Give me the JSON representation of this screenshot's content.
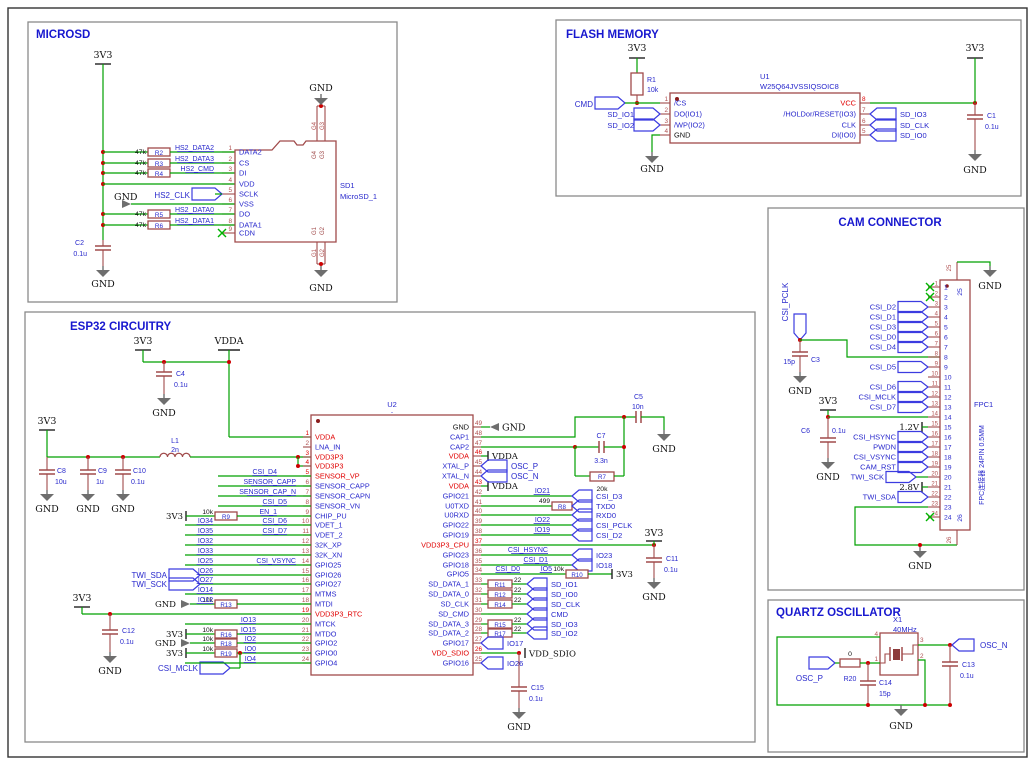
{
  "colors": {
    "wire": "#00a000",
    "component": "#a04a4a",
    "net_label": "#2828cc",
    "flag_outline": "#3c3ce0",
    "title": "#1818cf",
    "pin_number": "#b05050",
    "power_pin": "#e00000",
    "junction": "#cc0000",
    "nc_x": "#00b400",
    "gnd_symbol": "#6e6e6e",
    "black_text": "#111111",
    "section_border": "#8a8a8a"
  },
  "microsd": {
    "title": "MICROSD",
    "v33": "3V3",
    "gnd": "GND",
    "c2": {
      "ref": "C2",
      "val": "0.1u"
    },
    "pullups": [
      {
        "ref": "R2",
        "val": "47k",
        "net": "HS2_DATA2"
      },
      {
        "ref": "R3",
        "val": "47k",
        "net": "HS2_DATA3"
      },
      {
        "ref": "R4",
        "val": "47k",
        "net": "HS2_CMD"
      },
      {
        "ref": "R5",
        "val": "47k",
        "net": "HS2_DATA0"
      },
      {
        "ref": "R6",
        "val": "47k",
        "net": "HS2_DATA1"
      }
    ],
    "clk_flag": "HS2_CLK",
    "sd1": {
      "ref": "SD1",
      "part": "MicroSD_1",
      "pins": [
        [
          "1",
          "DATA2"
        ],
        [
          "2",
          "CS"
        ],
        [
          "3",
          "DI"
        ],
        [
          "4",
          "VDD"
        ],
        [
          "5",
          "SCLK"
        ],
        [
          "6",
          "VSS"
        ],
        [
          "7",
          "DO"
        ],
        [
          "8",
          "DATA1"
        ],
        [
          "9",
          "CDN"
        ]
      ],
      "pads_top": [
        "G4",
        "G3"
      ],
      "pads_bottom": [
        "G1",
        "G2"
      ]
    }
  },
  "flash": {
    "title": "FLASH MEMORY",
    "v33": "3V3",
    "gnd": "GND",
    "r1": {
      "ref": "R1",
      "val": "10k"
    },
    "c1": {
      "ref": "C1",
      "val": "0.1u"
    },
    "u1": {
      "ref": "U1",
      "part": "W25Q64JVSSIQSOIC8",
      "left": [
        [
          "1",
          "/CS"
        ],
        [
          "2",
          "DO(IO1)"
        ],
        [
          "3",
          "/WP(IO2)"
        ],
        [
          "4",
          "GND"
        ]
      ],
      "right": [
        [
          "8",
          "VCC"
        ],
        [
          "7",
          "/HOLDor/RESET(IO3)"
        ],
        [
          "6",
          "CLK"
        ],
        [
          "5",
          "DI(IO0)"
        ]
      ]
    },
    "flag_cmd": "CMD",
    "flags_left": [
      "SD_IO1",
      "SD_IO2"
    ],
    "flags_right": [
      "SD_IO3",
      "SD_CLK",
      "SD_IO0"
    ]
  },
  "cam": {
    "title": "CAM CONNECTOR",
    "v33": "3V3",
    "gnd": "GND",
    "v12": "1.2V",
    "v28": "2.8V",
    "pclk_flag": "CSI_PCLK",
    "c3": {
      "ref": "C3",
      "val": "15p"
    },
    "c6": {
      "ref": "C6",
      "val": "0.1u"
    },
    "fpc": {
      "ref": "FPC1",
      "part": "FPC连接器 24PIN 0.5MM",
      "pad_top": "25",
      "pad_bottom": "26",
      "pins": [
        {
          "num": "1",
          "nc": true
        },
        {
          "num": "2",
          "nc": true
        },
        {
          "num": "3",
          "flag": "CSI_D2"
        },
        {
          "num": "4",
          "flag": "CSI_D1"
        },
        {
          "num": "5",
          "flag": "CSI_D3"
        },
        {
          "num": "6",
          "flag": "CSI_D0"
        },
        {
          "num": "7",
          "flag": "CSI_D4"
        },
        {
          "num": "8",
          "wire": "pclk"
        },
        {
          "num": "9",
          "flag": "CSI_D5"
        },
        {
          "num": "10"
        },
        {
          "num": "11",
          "flag": "CSI_D6"
        },
        {
          "num": "12",
          "flag": "CSI_MCLK"
        },
        {
          "num": "13",
          "flag": "CSI_D7"
        },
        {
          "num": "14",
          "wire": "v33"
        },
        {
          "num": "15",
          "pwr": "1.2V"
        },
        {
          "num": "16",
          "flag": "CSI_HSYNC"
        },
        {
          "num": "17",
          "flag": "PWDN"
        },
        {
          "num": "18",
          "flag": "CSI_VSYNC"
        },
        {
          "num": "19",
          "flag": "CAM_RST"
        },
        {
          "num": "20",
          "flag": "TWI_SCK",
          "wire": "short"
        },
        {
          "num": "21",
          "pwr": "2.8V"
        },
        {
          "num": "22",
          "flag": "TWI_SDA"
        },
        {
          "num": "23",
          "wire": "gnd"
        },
        {
          "num": "24",
          "nc": true
        }
      ]
    }
  },
  "esp32": {
    "title": "ESP32 CIRCUITRY",
    "v33": "3V3",
    "gnd": "GND",
    "vdda": "VDDA",
    "vdd_sdio": "VDD_SDIO",
    "u2": {
      "ref": "U2",
      "part": "-",
      "left": [
        [
          "1",
          "VDDA",
          "p"
        ],
        [
          "2",
          "LNA_IN",
          ""
        ],
        [
          "3",
          "VDD3P3",
          "p"
        ],
        [
          "4",
          "VDD3P3",
          "p"
        ],
        [
          "5",
          "SENSOR_VP",
          "p"
        ],
        [
          "6",
          "SENSOR_CAPP",
          ""
        ],
        [
          "7",
          "SENSOR_CAPN",
          ""
        ],
        [
          "8",
          "SENSOR_VN",
          ""
        ],
        [
          "9",
          "CHIP_PU",
          ""
        ],
        [
          "10",
          "VDET_1",
          ""
        ],
        [
          "11",
          "VDET_2",
          ""
        ],
        [
          "12",
          "32K_XP",
          ""
        ],
        [
          "13",
          "32K_XN",
          ""
        ],
        [
          "14",
          "GPIO25",
          ""
        ],
        [
          "15",
          "GPIO26",
          ""
        ],
        [
          "16",
          "GPIO27",
          ""
        ],
        [
          "17",
          "MTMS",
          ""
        ],
        [
          "18",
          "MTDI",
          ""
        ],
        [
          "19",
          "VDD3P3_RTC",
          "p"
        ],
        [
          "20",
          "MTCK",
          ""
        ],
        [
          "21",
          "MTDO",
          ""
        ],
        [
          "22",
          "GPIO2",
          ""
        ],
        [
          "23",
          "GPIO0",
          ""
        ],
        [
          "24",
          "GPIO4",
          ""
        ]
      ],
      "right": [
        [
          "49",
          "GND",
          "g"
        ],
        [
          "48",
          "CAP1",
          ""
        ],
        [
          "47",
          "CAP2",
          ""
        ],
        [
          "46",
          "VDDA",
          "p"
        ],
        [
          "45",
          "XTAL_P",
          ""
        ],
        [
          "44",
          "XTAL_N",
          ""
        ],
        [
          "43",
          "VDDA",
          "p"
        ],
        [
          "42",
          "GPIO21",
          ""
        ],
        [
          "41",
          "U0TXD",
          ""
        ],
        [
          "40",
          "U0RXD",
          ""
        ],
        [
          "39",
          "GPIO22",
          ""
        ],
        [
          "38",
          "GPIO19",
          ""
        ],
        [
          "37",
          "VDD3P3_CPU",
          "p"
        ],
        [
          "36",
          "GPIO23",
          ""
        ],
        [
          "35",
          "GPIO18",
          ""
        ],
        [
          "34",
          "GPIO5",
          ""
        ],
        [
          "33",
          "SD_DATA_1",
          ""
        ],
        [
          "32",
          "SD_DATA_0",
          ""
        ],
        [
          "31",
          "SD_CLK",
          ""
        ],
        [
          "30",
          "SD_CMD",
          ""
        ],
        [
          "29",
          "SD_DATA_3",
          ""
        ],
        [
          "28",
          "SD_DATA_2",
          ""
        ],
        [
          "27",
          "GPIO17",
          ""
        ],
        [
          "26",
          "VDD_SDIO",
          "p"
        ],
        [
          "25",
          "GPIO16",
          ""
        ]
      ]
    },
    "c4": {
      "ref": "C4",
      "val": "0.1u"
    },
    "c8": {
      "ref": "C8",
      "val": "10u"
    },
    "c9": {
      "ref": "C9",
      "val": "1u"
    },
    "c10": {
      "ref": "C10",
      "val": "0.1u"
    },
    "c11": {
      "ref": "C11",
      "val": "0.1u"
    },
    "c12": {
      "ref": "C12",
      "val": "0.1u"
    },
    "c15": {
      "ref": "C15",
      "val": "0.1u"
    },
    "c5": {
      "ref": "C5",
      "val": "10n"
    },
    "c7": {
      "ref": "C7",
      "val": "3.3n"
    },
    "l1": {
      "ref": "L1",
      "val": "2n"
    },
    "r7": {
      "ref": "R7",
      "val": "20k"
    },
    "r8": {
      "ref": "R8",
      "val": "499"
    },
    "left_rows": [
      {
        "pin": 5,
        "label": "CSI_D4"
      },
      {
        "pin": 6,
        "label": "SENSOR_CAPP"
      },
      {
        "pin": 7,
        "label": "SENSOR_CAP_N"
      },
      {
        "pin": 8,
        "label": "CSI_D5"
      },
      {
        "pin": 9,
        "label": "EN_1",
        "res": {
          "ref": "R9",
          "val": "10k",
          "src": "3V3"
        }
      },
      {
        "pin": 10,
        "label": "CSI_D6",
        "label2": "IO34"
      },
      {
        "pin": 11,
        "label": "CSI_D7",
        "label2": "IO35"
      },
      {
        "pin": 12,
        "label2": "IO32"
      },
      {
        "pin": 13,
        "label2": "IO33"
      },
      {
        "pin": 14,
        "label": "CSI_VSYNC",
        "label2": "IO25"
      },
      {
        "pin": 15,
        "label2": "IO26",
        "flag": "TWI_SDA"
      },
      {
        "pin": 16,
        "label2": "IO27",
        "flag": "TWI_SCK"
      },
      {
        "pin": 17,
        "label2": "IO14"
      },
      {
        "pin": 18,
        "label2": "IO12",
        "res": {
          "ref": "R13",
          "val": "10k",
          "src": "GND"
        }
      },
      {
        "pin": 20,
        "label2": "IO13"
      },
      {
        "pin": 21,
        "label2": "IO15",
        "res": {
          "ref": "R16",
          "val": "10k",
          "src": "3V3"
        }
      },
      {
        "pin": 22,
        "label2": "IO2",
        "res": {
          "ref": "R18",
          "val": "10k",
          "src": "GND"
        }
      },
      {
        "pin": 23,
        "label2": "IO0",
        "res": {
          "ref": "R19",
          "val": "10k",
          "src": "3V3"
        },
        "flag": "CSI_MCLK"
      },
      {
        "pin": 24,
        "label2": "IO4"
      }
    ],
    "right_rows": [
      {
        "pin": 42,
        "label2": "IO21",
        "flag": "CSI_D3"
      },
      {
        "pin": 41,
        "val": "499",
        "res": "R8",
        "flag": "TXD0"
      },
      {
        "pin": 40,
        "flag": "RXD0"
      },
      {
        "pin": 39,
        "label2": "IO22",
        "flag": "CSI_PCLK"
      },
      {
        "pin": 38,
        "label2": "IO19",
        "flag": "CSI_D2"
      },
      {
        "pin": 36,
        "label": "CSI_HSYNC",
        "flag": "IO23"
      },
      {
        "pin": 35,
        "label": "CSI_D1",
        "flag": "IO18"
      },
      {
        "pin": 34,
        "label": "CSI_D0",
        "label2": "IO5",
        "val": "10k",
        "res": "R10"
      },
      {
        "pin": 33,
        "res": "R11",
        "val": "22",
        "flag": "SD_IO1"
      },
      {
        "pin": 32,
        "res": "R12",
        "val": "22",
        "flag": "SD_IO0"
      },
      {
        "pin": 31,
        "res": "R14",
        "val": "22",
        "flag": "SD_CLK"
      },
      {
        "pin": 30,
        "flag": "CMD"
      },
      {
        "pin": 29,
        "res": "R15",
        "val": "22",
        "flag": "SD_IO3"
      },
      {
        "pin": 28,
        "res": "R17",
        "val": "22",
        "flag": "SD_IO2"
      },
      {
        "pin": 27,
        "flag": "IO17"
      },
      {
        "pin": 25,
        "flag": "IO26"
      }
    ],
    "osc_p": "OSC_P",
    "osc_n": "OSC_N"
  },
  "quartz": {
    "title": "QUARTZ OSCILLATOR",
    "x1": {
      "ref": "X1",
      "val": "40MHz",
      "pins": [
        "1",
        "2",
        "3",
        "4"
      ]
    },
    "r20": {
      "ref": "R20",
      "val": "0"
    },
    "c14": {
      "ref": "C14",
      "val": "15p"
    },
    "c13": {
      "ref": "C13",
      "val": "0.1u"
    },
    "osc_p": "OSC_P",
    "osc_n": "OSC_N",
    "gnd": "GND"
  }
}
